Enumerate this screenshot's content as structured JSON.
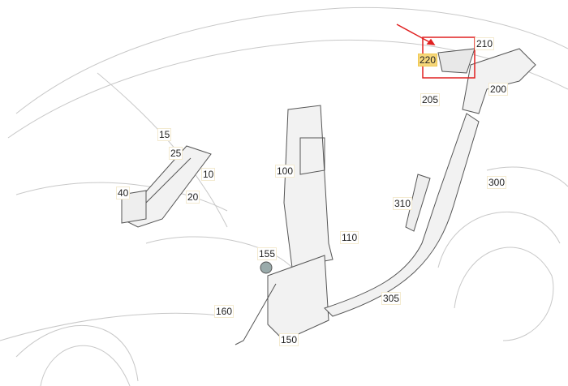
{
  "diagram": {
    "highlight_color": "#f6d77a",
    "marker_color": "#e02020",
    "highlighted_part": "220",
    "labels": [
      "15",
      "25",
      "10",
      "40",
      "20",
      "100",
      "110",
      "155",
      "160",
      "150",
      "210",
      "220",
      "200",
      "205",
      "300",
      "310",
      "305"
    ]
  }
}
